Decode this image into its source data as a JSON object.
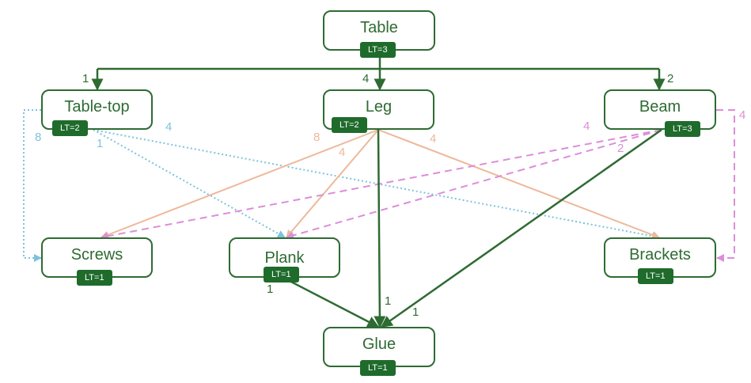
{
  "colors": {
    "node_border": "#2e6b32",
    "badge_bg": "#1f6b2c",
    "direct": "#2e6b32",
    "table_top": "#7dc3dc",
    "leg": "#eeb89a",
    "beam": "#dc8ed8"
  },
  "nodes": {
    "table": {
      "label": "Table",
      "lt": "LT=3"
    },
    "tabletop": {
      "label": "Table-top",
      "lt": "LT=2"
    },
    "leg": {
      "label": "Leg",
      "lt": "LT=2"
    },
    "beam": {
      "label": "Beam",
      "lt": "LT=3"
    },
    "screws": {
      "label": "Screws",
      "lt": "LT=1"
    },
    "plank": {
      "label": "Plank",
      "lt": "LT=1"
    },
    "brackets": {
      "label": "Brackets",
      "lt": "LT=1"
    },
    "glue": {
      "label": "Glue",
      "lt": "LT=1"
    }
  },
  "edges": [
    {
      "from": "Table",
      "to": "Table-top",
      "qty": "1",
      "style": "solid",
      "color": "direct"
    },
    {
      "from": "Table",
      "to": "Leg",
      "qty": "4",
      "style": "solid",
      "color": "direct"
    },
    {
      "from": "Table",
      "to": "Beam",
      "qty": "2",
      "style": "solid",
      "color": "direct"
    },
    {
      "from": "Table-top",
      "to": "Screws",
      "qty": "8",
      "style": "dotted",
      "color": "table_top"
    },
    {
      "from": "Table-top",
      "to": "Plank",
      "qty": "1",
      "style": "dotted",
      "color": "table_top"
    },
    {
      "from": "Table-top",
      "to": "Brackets",
      "qty": "4",
      "style": "dotted",
      "color": "table_top"
    },
    {
      "from": "Leg",
      "to": "Screws",
      "qty": "8",
      "style": "solid",
      "color": "leg"
    },
    {
      "from": "Leg",
      "to": "Plank",
      "qty": "4",
      "style": "solid",
      "color": "leg"
    },
    {
      "from": "Leg",
      "to": "Brackets",
      "qty": "4",
      "style": "solid",
      "color": "leg"
    },
    {
      "from": "Leg",
      "to": "Glue",
      "qty": "1",
      "style": "solid",
      "color": "direct"
    },
    {
      "from": "Beam",
      "to": "Screws",
      "qty": "4",
      "style": "dashed",
      "color": "beam"
    },
    {
      "from": "Beam",
      "to": "Plank",
      "qty": "2",
      "style": "dashed",
      "color": "beam"
    },
    {
      "from": "Beam",
      "to": "Brackets",
      "qty": "4",
      "style": "dashed",
      "color": "beam"
    },
    {
      "from": "Beam",
      "to": "Glue",
      "qty": "1",
      "style": "solid",
      "color": "direct"
    },
    {
      "from": "Plank",
      "to": "Glue",
      "qty": "1",
      "style": "solid",
      "color": "direct"
    }
  ]
}
